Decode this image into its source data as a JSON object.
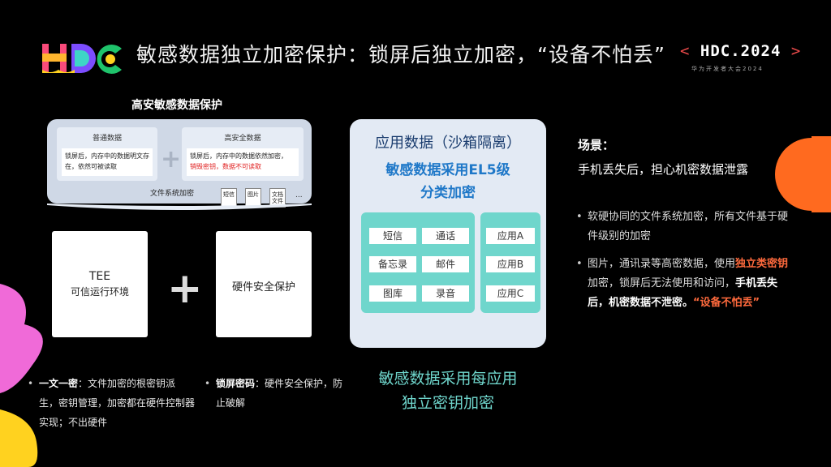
{
  "title": "敏感数据独立加密保护：锁屏后独立加密，“设备不怕丢”",
  "badge": {
    "bracket_left": "<",
    "text": "HDC.2024",
    "bracket_right": ">",
    "sub": "华为开发者大会2024"
  },
  "left": {
    "heading": "高安敏感数据保护",
    "normal_card": {
      "title": "普通数据",
      "text": "锁屏后，内存中的数据明文存在，依然可被读取"
    },
    "high_card": {
      "title": "高安全数据",
      "text1": "锁屏后，内存中的数据依然加密，",
      "text2": "销毁密钥，数据不可读取"
    },
    "fs_label": "文件系统加密",
    "docs": [
      "短信",
      "图片",
      "文档文件"
    ],
    "ellipsis": "...",
    "tee_title": "TEE",
    "tee_sub": "可信运行环境",
    "hw_box": "硬件安全保护",
    "bullet1_bold": "一文一密",
    "bullet1_text": "：文件加密的根密钥派生，密钥管理，加密都在硬件控制器实现；不出硬件",
    "bullet2_bold": "锁屏密码",
    "bullet2_text": "：硬件安全保护，防止破解"
  },
  "middle": {
    "title": "应用数据（沙箱隔离）",
    "subtitle1": "敏感数据采用EL5级",
    "subtitle2": "分类加密",
    "chips_left": [
      "短信",
      "通话",
      "备忘录",
      "邮件",
      "图库",
      "录音"
    ],
    "chips_right": [
      "应用A",
      "应用B",
      "应用C"
    ],
    "bottom1": "敏感数据采用每应用",
    "bottom2": "独立密钥加密"
  },
  "right": {
    "scene_title": "场景：",
    "scene_text": "手机丢失后，担心机密数据泄露",
    "bullet1": "软硬协同的文件系统加密，所有文件基于硬件级别的加密",
    "bullet2_a": "图片，通讯录等高密数据，使用",
    "bullet2_red": "独立类密钥",
    "bullet2_b": "加密，锁屏后无法使用和访问，",
    "bullet2_bold": "手机丢失后，机密数据不泄密。",
    "bullet2_red2": "“设备不怕丢”"
  },
  "colors": {
    "teal": "#6fd6cc",
    "accent_red": "#ff6a3d",
    "panel": "#cfd8e6",
    "blue": "#1f78c8"
  },
  "icons": {
    "logo": "hdc-logo",
    "plus": "plus-icon",
    "doc": "document-icon"
  }
}
